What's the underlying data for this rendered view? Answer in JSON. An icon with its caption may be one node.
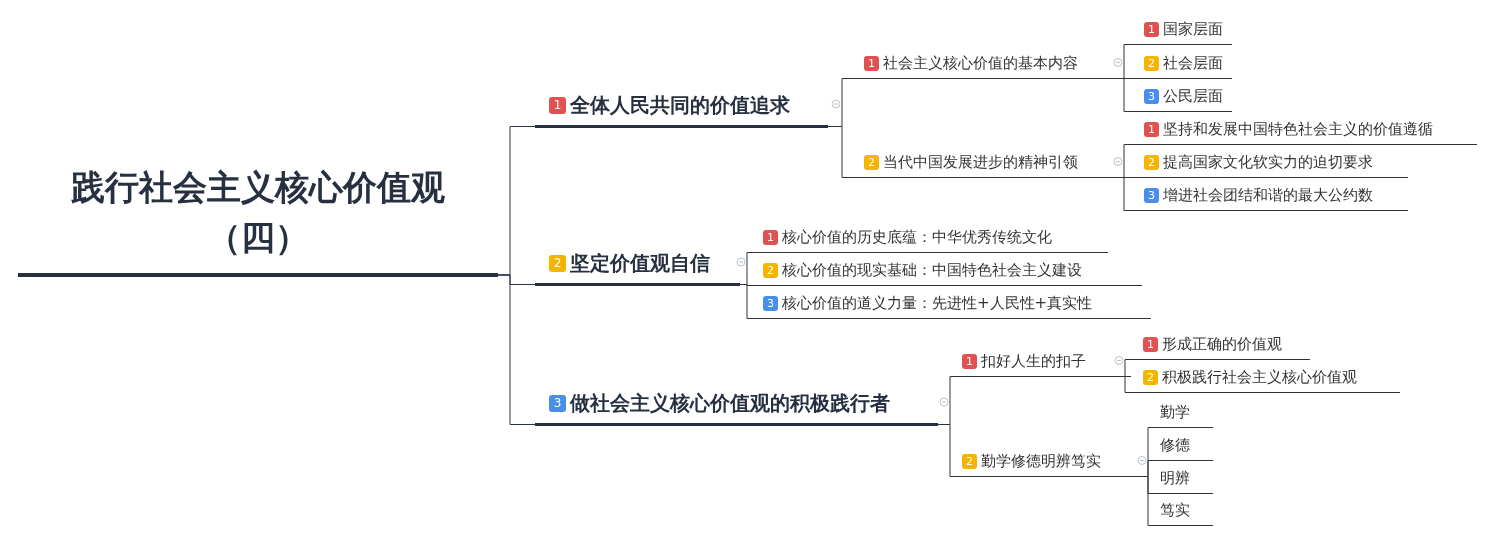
{
  "diagram": {
    "nodes": [
      {
        "text": [
          "践行社会主义核心价值观（四）"
        ]
      },
      {
        "text": [
          "1",
          "全体人民共同的价值追求"
        ]
      },
      {
        "text": [
          "1",
          "社会主义核心价值的基本内容"
        ]
      },
      {
        "text": [
          "1",
          "国家层面"
        ]
      },
      {
        "text": [
          "2",
          "社会层面"
        ]
      },
      {
        "text": [
          "3",
          "公民层面"
        ]
      },
      {
        "text": [
          "2",
          "当代中国发展进步的精神引领"
        ]
      },
      {
        "text": [
          "1",
          "坚持和发展中国特色社会主义的价值遵循"
        ]
      },
      {
        "text": [
          "2",
          "提高国家文化软实力的迫切要求"
        ]
      },
      {
        "text": [
          "3",
          "增进社会团结和谐的最大公约数"
        ]
      },
      {
        "text": [
          "2",
          "坚定价值观自信"
        ]
      },
      {
        "text": [
          "1",
          "核心价值的历史底蕴：中华优秀传统文化"
        ]
      },
      {
        "text": [
          "2",
          "核心价值的现实基础：中国特色社会主义建设"
        ]
      },
      {
        "text": [
          "3",
          "核心价值的道义力量：先进性+人民性+真实性"
        ]
      },
      {
        "text": [
          "3",
          "做社会主义核心价值观的积极践行者"
        ]
      },
      {
        "text": [
          "1",
          "扣好人生的扣子"
        ]
      },
      {
        "text": [
          "1",
          "形成正确的价值观"
        ]
      },
      {
        "text": [
          "2",
          "积极践行社会主义核心价值观"
        ]
      },
      {
        "text": [
          "2",
          "勤学修德明辨笃实"
        ]
      },
      {
        "text": [
          "勤学"
        ]
      },
      {
        "text": [
          "修德"
        ]
      },
      {
        "text": [
          "明辨"
        ]
      },
      {
        "text": [
          "笃实"
        ]
      }
    ],
    "edges": [
      {
        "from": 0,
        "to": 1,
        "arrow": "none"
      },
      {
        "from": 0,
        "to": 10,
        "arrow": "none"
      },
      {
        "from": 0,
        "to": 14,
        "arrow": "none"
      },
      {
        "from": 1,
        "to": 2,
        "arrow": "none"
      },
      {
        "from": 1,
        "to": 6,
        "arrow": "none"
      },
      {
        "from": 2,
        "to": 3,
        "arrow": "none"
      },
      {
        "from": 2,
        "to": 4,
        "arrow": "none"
      },
      {
        "from": 2,
        "to": 5,
        "arrow": "none"
      },
      {
        "from": 6,
        "to": 7,
        "arrow": "none"
      },
      {
        "from": 6,
        "to": 8,
        "arrow": "none"
      },
      {
        "from": 6,
        "to": 9,
        "arrow": "none"
      },
      {
        "from": 10,
        "to": 11,
        "arrow": "none"
      },
      {
        "from": 10,
        "to": 12,
        "arrow": "none"
      },
      {
        "from": 10,
        "to": 13,
        "arrow": "none"
      },
      {
        "from": 14,
        "to": 15,
        "arrow": "none"
      },
      {
        "from": 14,
        "to": 18,
        "arrow": "none"
      },
      {
        "from": 15,
        "to": 16,
        "arrow": "none"
      },
      {
        "from": 15,
        "to": 17,
        "arrow": "none"
      },
      {
        "from": 18,
        "to": 19,
        "arrow": "none"
      },
      {
        "from": 18,
        "to": 20,
        "arrow": "none"
      },
      {
        "from": 18,
        "to": 21,
        "arrow": "none"
      },
      {
        "from": 18,
        "to": 22,
        "arrow": "none"
      }
    ]
  }
}
